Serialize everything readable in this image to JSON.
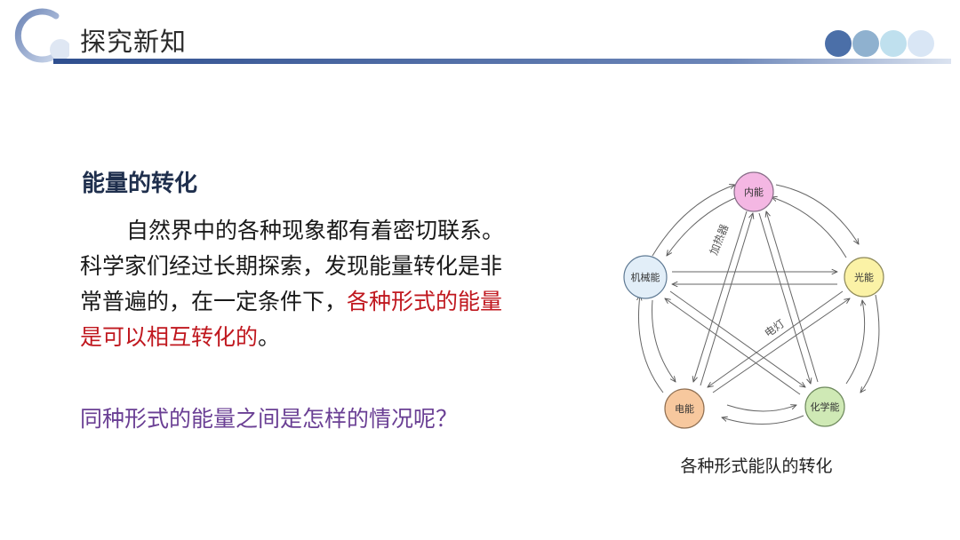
{
  "header": {
    "title": "探究新知"
  },
  "colors": {
    "header_bar": "#2f4f8f",
    "dot_1": "#4b6fa8",
    "dot_2": "#8fb1cf",
    "dot_3": "#bfe0ee",
    "dot_4": "#d9e6f5",
    "title_text": "#1f2f4d",
    "highlight_red": "#c0181f",
    "question_purple": "#6a3f94",
    "node_internal": "#f4b7e3",
    "node_light": "#fbf2a6",
    "node_chemical": "#cfe9b5",
    "node_electric": "#f7c89e",
    "node_mechanical": "#e2eef8"
  },
  "section": {
    "title": "能量的转化",
    "para_line1": "自然界中的各种现象都有着密切联系。",
    "para_line2": "科学家们经过长期探索，发现能量转化是非",
    "para_line3_normal": "常普遍的，在一定条件下，",
    "para_line3_red": "各种形式的能量",
    "para_line4_red": "是可以相互转化的",
    "para_line4_end": "。",
    "question": "同种形式的能量之间是怎样的情况呢？"
  },
  "diagram": {
    "nodes": {
      "internal": "内能",
      "light": "光能",
      "chemical": "化学能",
      "electric": "电能",
      "mechanical": "机械能"
    },
    "labels": {
      "heater": "加热器",
      "lamp": "电灯"
    },
    "caption": "各种形式能队的转化"
  }
}
